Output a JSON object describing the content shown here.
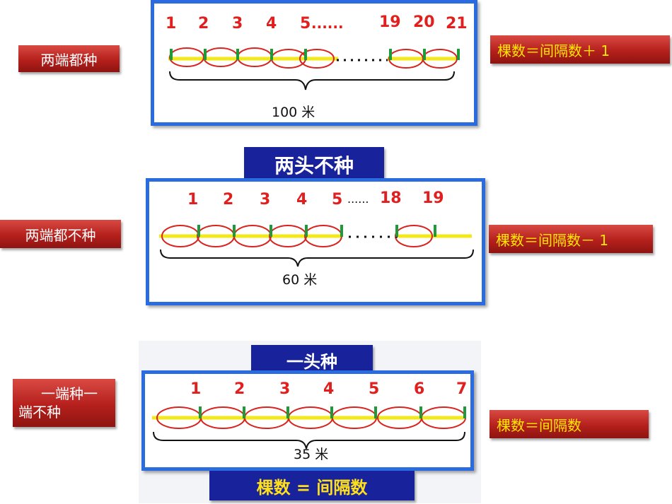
{
  "rows": [
    {
      "left_label": "两端都种",
      "formula": "棵数＝间隔数＋ 1",
      "distance": "100 米",
      "numbers": [
        "1",
        "2",
        "3",
        "4",
        "5",
        "19",
        "20",
        "21"
      ],
      "dots": "......"
    },
    {
      "banner": "两头不种",
      "left_label": "两端都不种",
      "formula": "棵数＝间隔数－ 1",
      "distance": "60 米",
      "numbers": [
        "1",
        "2",
        "3",
        "4",
        "5",
        "18",
        "19"
      ],
      "dots": "......"
    },
    {
      "banner": "一头种",
      "left_label_line1": "一端种一",
      "left_label_line2": "端不种",
      "formula": "棵数＝间隔数",
      "distance": "35 米",
      "numbers": [
        "1",
        "2",
        "3",
        "4",
        "5",
        "6",
        "7"
      ],
      "bottom_banner": "棵数 = 间隔数"
    }
  ],
  "colors": {
    "panel_border": "#2a6ce0",
    "label_red": "#b5201c",
    "formula_text": "#ffe800",
    "number_red": "#e11f1f",
    "rope_yellow": "#f2e81a",
    "tree_green": "#1f9a3a",
    "banner_navy": "#17229b"
  }
}
